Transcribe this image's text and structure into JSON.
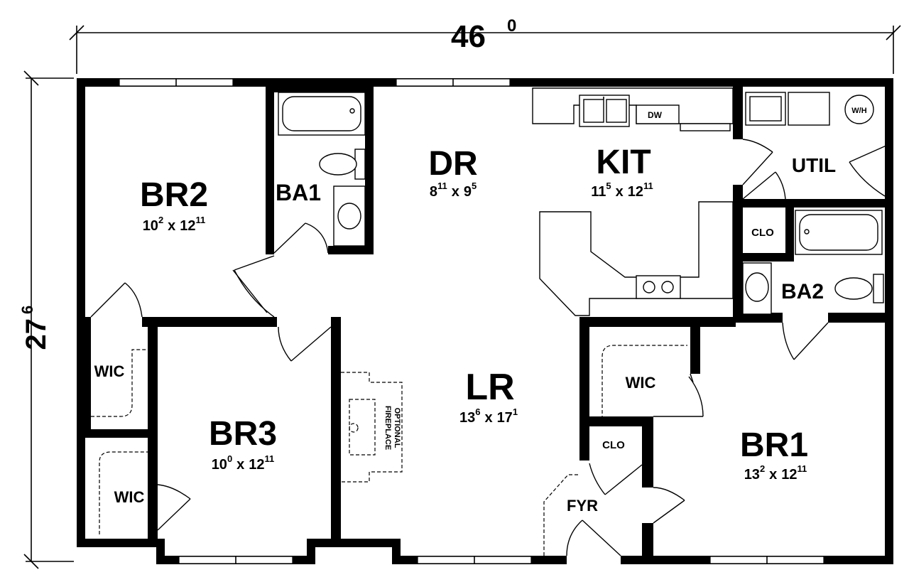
{
  "overall": {
    "width_main": "46",
    "width_sup": "0",
    "depth_main": "27",
    "depth_sup": "6"
  },
  "rooms": {
    "br2": {
      "name": "BR2",
      "w": "10",
      "w_sup": "2",
      "x": "x",
      "d": "12",
      "d_sup": "11"
    },
    "ba1": {
      "name": "BA1"
    },
    "dr": {
      "name": "DR",
      "w": "8",
      "w_sup": "11",
      "x": "x",
      "d": "9",
      "d_sup": "5"
    },
    "kit": {
      "name": "KIT",
      "w": "11",
      "w_sup": "5",
      "x": "x",
      "d": "12",
      "d_sup": "11"
    },
    "util": {
      "name": "UTIL"
    },
    "wh": {
      "name": "W/H"
    },
    "dw": {
      "name": "DW"
    },
    "clo_top": {
      "name": "CLO"
    },
    "ba2": {
      "name": "BA2"
    },
    "wic_br2": {
      "name": "WIC"
    },
    "wic_br3": {
      "name": "WIC"
    },
    "br3": {
      "name": "BR3",
      "w": "10",
      "w_sup": "0",
      "x": "x",
      "d": "12",
      "d_sup": "11"
    },
    "lr": {
      "name": "LR",
      "w": "13",
      "w_sup": "6",
      "x": "x",
      "d": "17",
      "d_sup": "1"
    },
    "fireplace": {
      "line1": "OPTIONAL",
      "line2": "FIREPLACE"
    },
    "wic_br1": {
      "name": "WIC"
    },
    "clo_fyr": {
      "name": "CLO"
    },
    "fyr": {
      "name": "FYR"
    },
    "br1": {
      "name": "BR1",
      "w": "13",
      "w_sup": "2",
      "x": "x",
      "d": "12",
      "d_sup": "11"
    }
  }
}
